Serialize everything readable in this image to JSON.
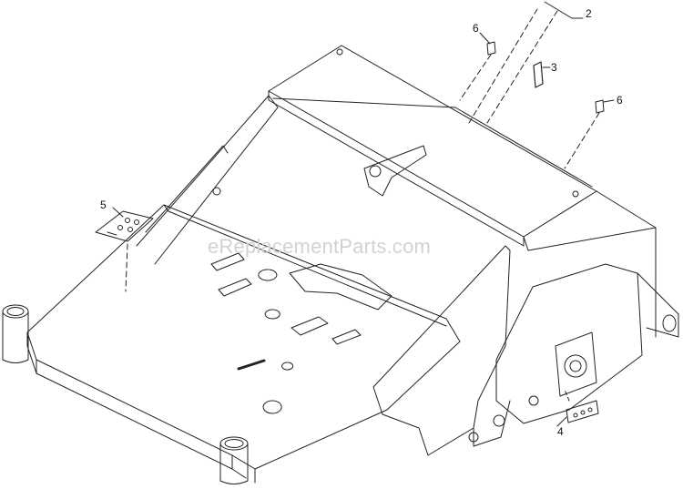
{
  "watermark": "eReplacementParts.com",
  "callouts": {
    "c2": "2",
    "c3": "3",
    "c4": "4",
    "c5": "5",
    "c6a": "6",
    "c6b": "6"
  },
  "colors": {
    "line": "#222222",
    "watermark": "#d2d2d2",
    "background": "#ffffff"
  }
}
